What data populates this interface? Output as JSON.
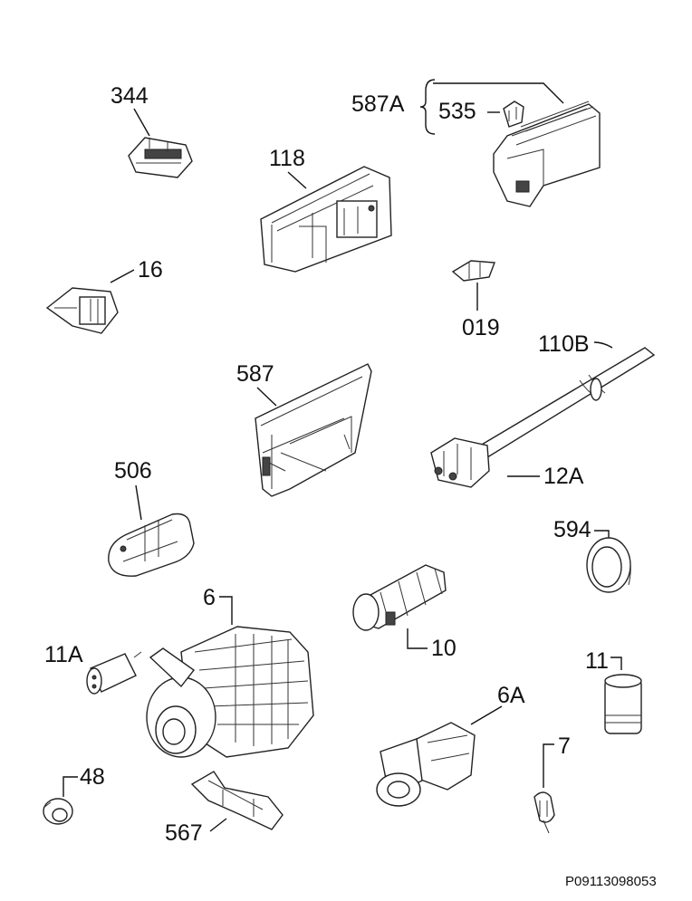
{
  "labels": {
    "p344": "344",
    "p587A": "587A",
    "p535": "535",
    "p118": "118",
    "p16": "16",
    "p019": "019",
    "p110B": "110B",
    "p587": "587",
    "p506": "506",
    "p12A": "12A",
    "p594": "594",
    "p6": "6",
    "p10": "10",
    "p11A": "11A",
    "p11": "11",
    "p6A": "6A",
    "p48": "48",
    "p7": "7",
    "p567": "567"
  },
  "drawing_code": "P09113098053"
}
